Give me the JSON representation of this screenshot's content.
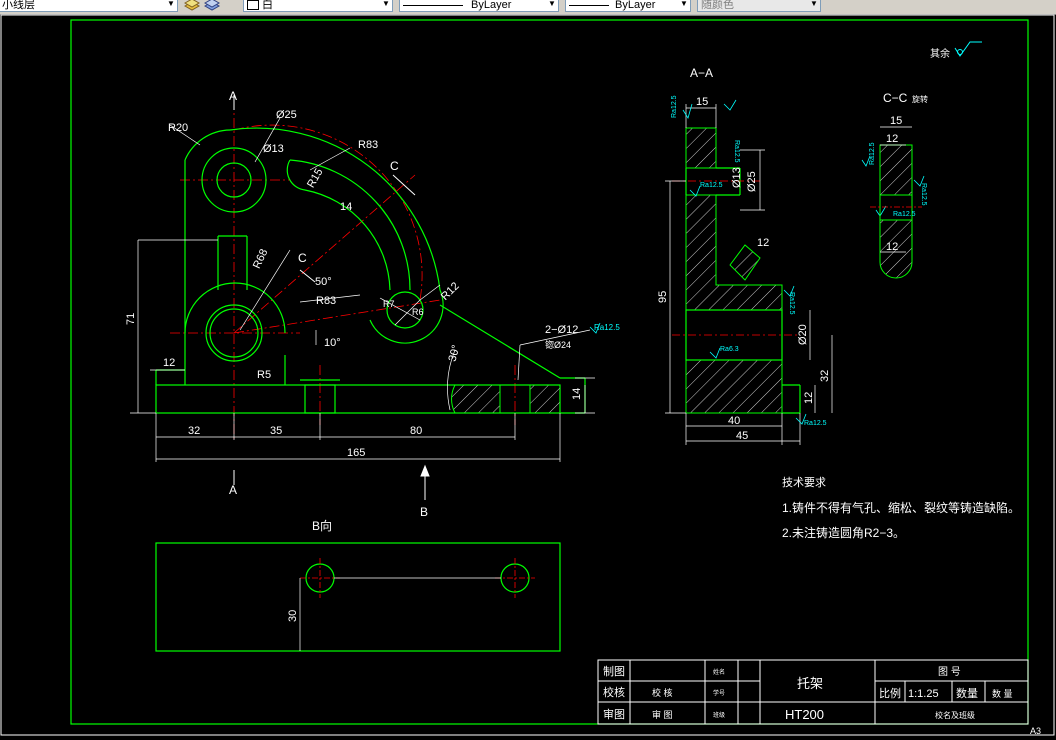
{
  "toolbar": {
    "layer_name": "小线层",
    "color_value": "白",
    "linetype_value": "ByLayer",
    "lineweight_value": "ByLayer",
    "plotstyle_value": "随颜色"
  },
  "drawing": {
    "roughness_note": "其余",
    "main_view": {
      "labels": {
        "section_a_top": "A",
        "section_a_bottom": "A",
        "view_b_label": "B",
        "section_c_upper": "C",
        "section_c_lower": "C"
      },
      "dims": {
        "r20": "R20",
        "d25": "Ø25",
        "d13": "Ø13",
        "r83_top": "R83",
        "r15": "R15",
        "r68": "R68",
        "d14": "14",
        "a50": "50°",
        "r83_mid": "R83",
        "r7": "R7",
        "r6": "R6",
        "r12": "R12",
        "a10": "10°",
        "d71": "71",
        "d12_left": "12",
        "r5": "R5",
        "holes": "2−Ø12",
        "hole_ra": "Ra12.5",
        "counterbore": "锪Ø24",
        "a30": "30°",
        "d14_right": "14",
        "d32": "32",
        "d35": "35",
        "d80": "80",
        "d165": "165"
      }
    },
    "section_aa": {
      "title": "A−A",
      "dims": {
        "d15": "15",
        "ra_top": "Ra12.5",
        "ra_side": "Ra12.5",
        "ra_hole": "Ra12.5",
        "d13": "Ø13",
        "d25": "Ø25",
        "d12_diag": "12",
        "d95": "95",
        "ra_mid": "Ra12.5",
        "d20": "Ø20",
        "ra_bore": "Ra6.3",
        "d32": "32",
        "d12": "12",
        "d40": "40",
        "d45": "45",
        "ra_bottom": "Ra12.5"
      }
    },
    "section_cc": {
      "title": "C−C",
      "title_suffix": "旋转",
      "dims": {
        "d15": "15",
        "d12_top": "12",
        "d12_bottom": "12",
        "ra_left": "Ra12.5",
        "ra_right": "Ra12.5",
        "ra_mid": "Ra12.5"
      }
    },
    "view_b": {
      "title": "B向",
      "dim": "30"
    },
    "requirements": {
      "heading": "技术要求",
      "line1": "1.铸件不得有气孔、缩松、裂纹等铸造缺陷。",
      "line2": "2.未注铸造圆角R2−3。"
    },
    "title_block": {
      "r1_label": "制图",
      "r2_label": "校核",
      "r3_label": "审图",
      "r2_mid": "校 核",
      "r3_mid": "审 图",
      "r1_code": "姓名",
      "r2_code": "学号",
      "r3_code": "班级",
      "part_name": "托架",
      "material": "HT200",
      "drawing_no_label": "图 号",
      "scale_label": "比例",
      "scale_value": "1:1.25",
      "qty_label": "数量",
      "qty_value": "数 量",
      "school": "校名及班级",
      "sheet_size": "A3"
    },
    "colors": {
      "outline": "#00ff00",
      "centerline": "#ff0000",
      "dimension": "#ffffff",
      "hatch": "#ffffff",
      "roughness": "#00ffff"
    }
  }
}
